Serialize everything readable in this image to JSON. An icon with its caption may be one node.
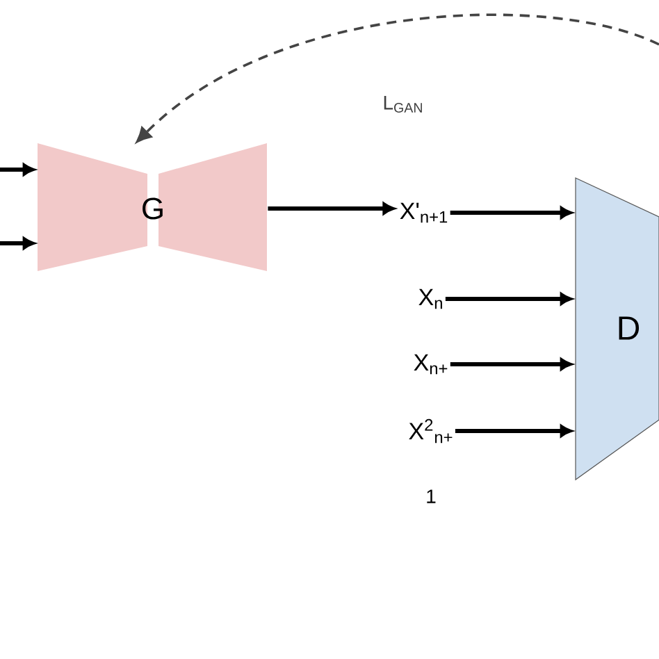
{
  "diagram": {
    "nodes": [
      {
        "text": [
          "G"
        ]
      },
      {
        "text": [
          "X'$_{n+1}$"
        ]
      },
      {
        "text": [
          "X$_{n}$"
        ]
      },
      {
        "text": [
          "X$_{n+}$"
        ]
      },
      {
        "text": [
          "X$^{2}$$_{n+}$"
        ]
      },
      {
        "text": [
          "D"
        ]
      }
    ],
    "edges": [
      {
        "from": null,
        "to": 0,
        "arrow": "to"
      },
      {
        "from": null,
        "to": 0,
        "arrow": "to"
      },
      {
        "from": 0,
        "to": 1,
        "arrow": "to"
      },
      {
        "from": 1,
        "to": 5,
        "arrow": "to"
      },
      {
        "from": 2,
        "to": 5,
        "arrow": "to"
      },
      {
        "from": 3,
        "to": 5,
        "arrow": "to"
      },
      {
        "from": 4,
        "to": 5,
        "arrow": "to"
      },
      {
        "from": null,
        "to": 0,
        "arrow": "to",
        "label": "L$_{GAN}$",
        "style": "dashed",
        "color": "#444444"
      }
    ],
    "labels": [
      "1"
    ]
  }
}
